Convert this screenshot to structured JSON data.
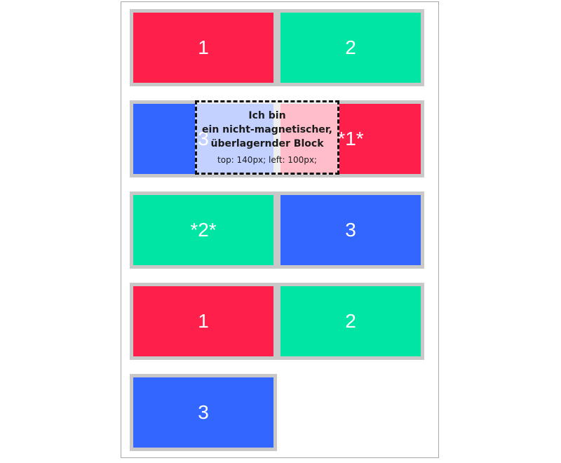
{
  "tiles": [
    {
      "label": "1"
    },
    {
      "label": "2"
    },
    {
      "label": "3"
    },
    {
      "label": "*1*"
    },
    {
      "label": "*2*"
    },
    {
      "label": "3"
    },
    {
      "label": "1"
    },
    {
      "label": "2"
    },
    {
      "label": "3"
    }
  ],
  "overlay": {
    "line1": "Ich bin",
    "line2": "ein nicht-magnetischer,",
    "line3": "überlagernder Block",
    "position_text": "top: 140px; left: 100px;"
  },
  "colors": {
    "red": "#ff1f4b",
    "green": "#00e5a3",
    "blue": "#3366ff",
    "row_border": "#c8c8c8"
  }
}
